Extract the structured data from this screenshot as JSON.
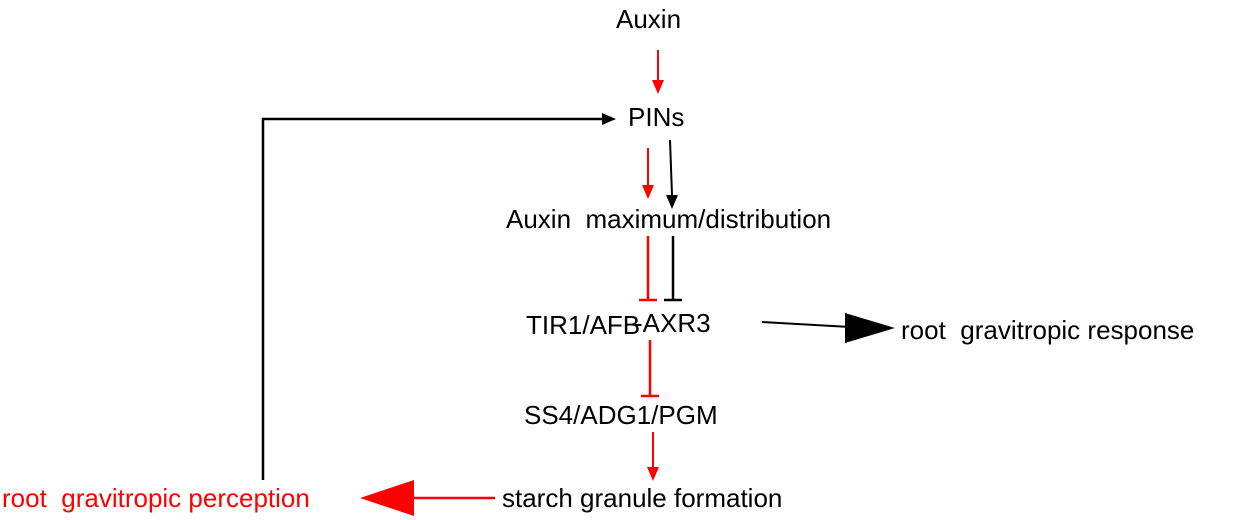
{
  "nodes": {
    "auxin": "Auxin",
    "pins": "PINs",
    "auxin_max": "Auxin  maximum/distribution",
    "tir1_afb": "TIR1/AFB",
    "axr3": "-AXR3",
    "root_response": "root  gravitropic response",
    "ss4_adg1_pgm": "SS4/ADG1/PGM",
    "starch": "starch granule formation",
    "root_perception": "root  gravitropic perception"
  },
  "colors": {
    "highlight": "#ff0000",
    "default": "#000000"
  }
}
